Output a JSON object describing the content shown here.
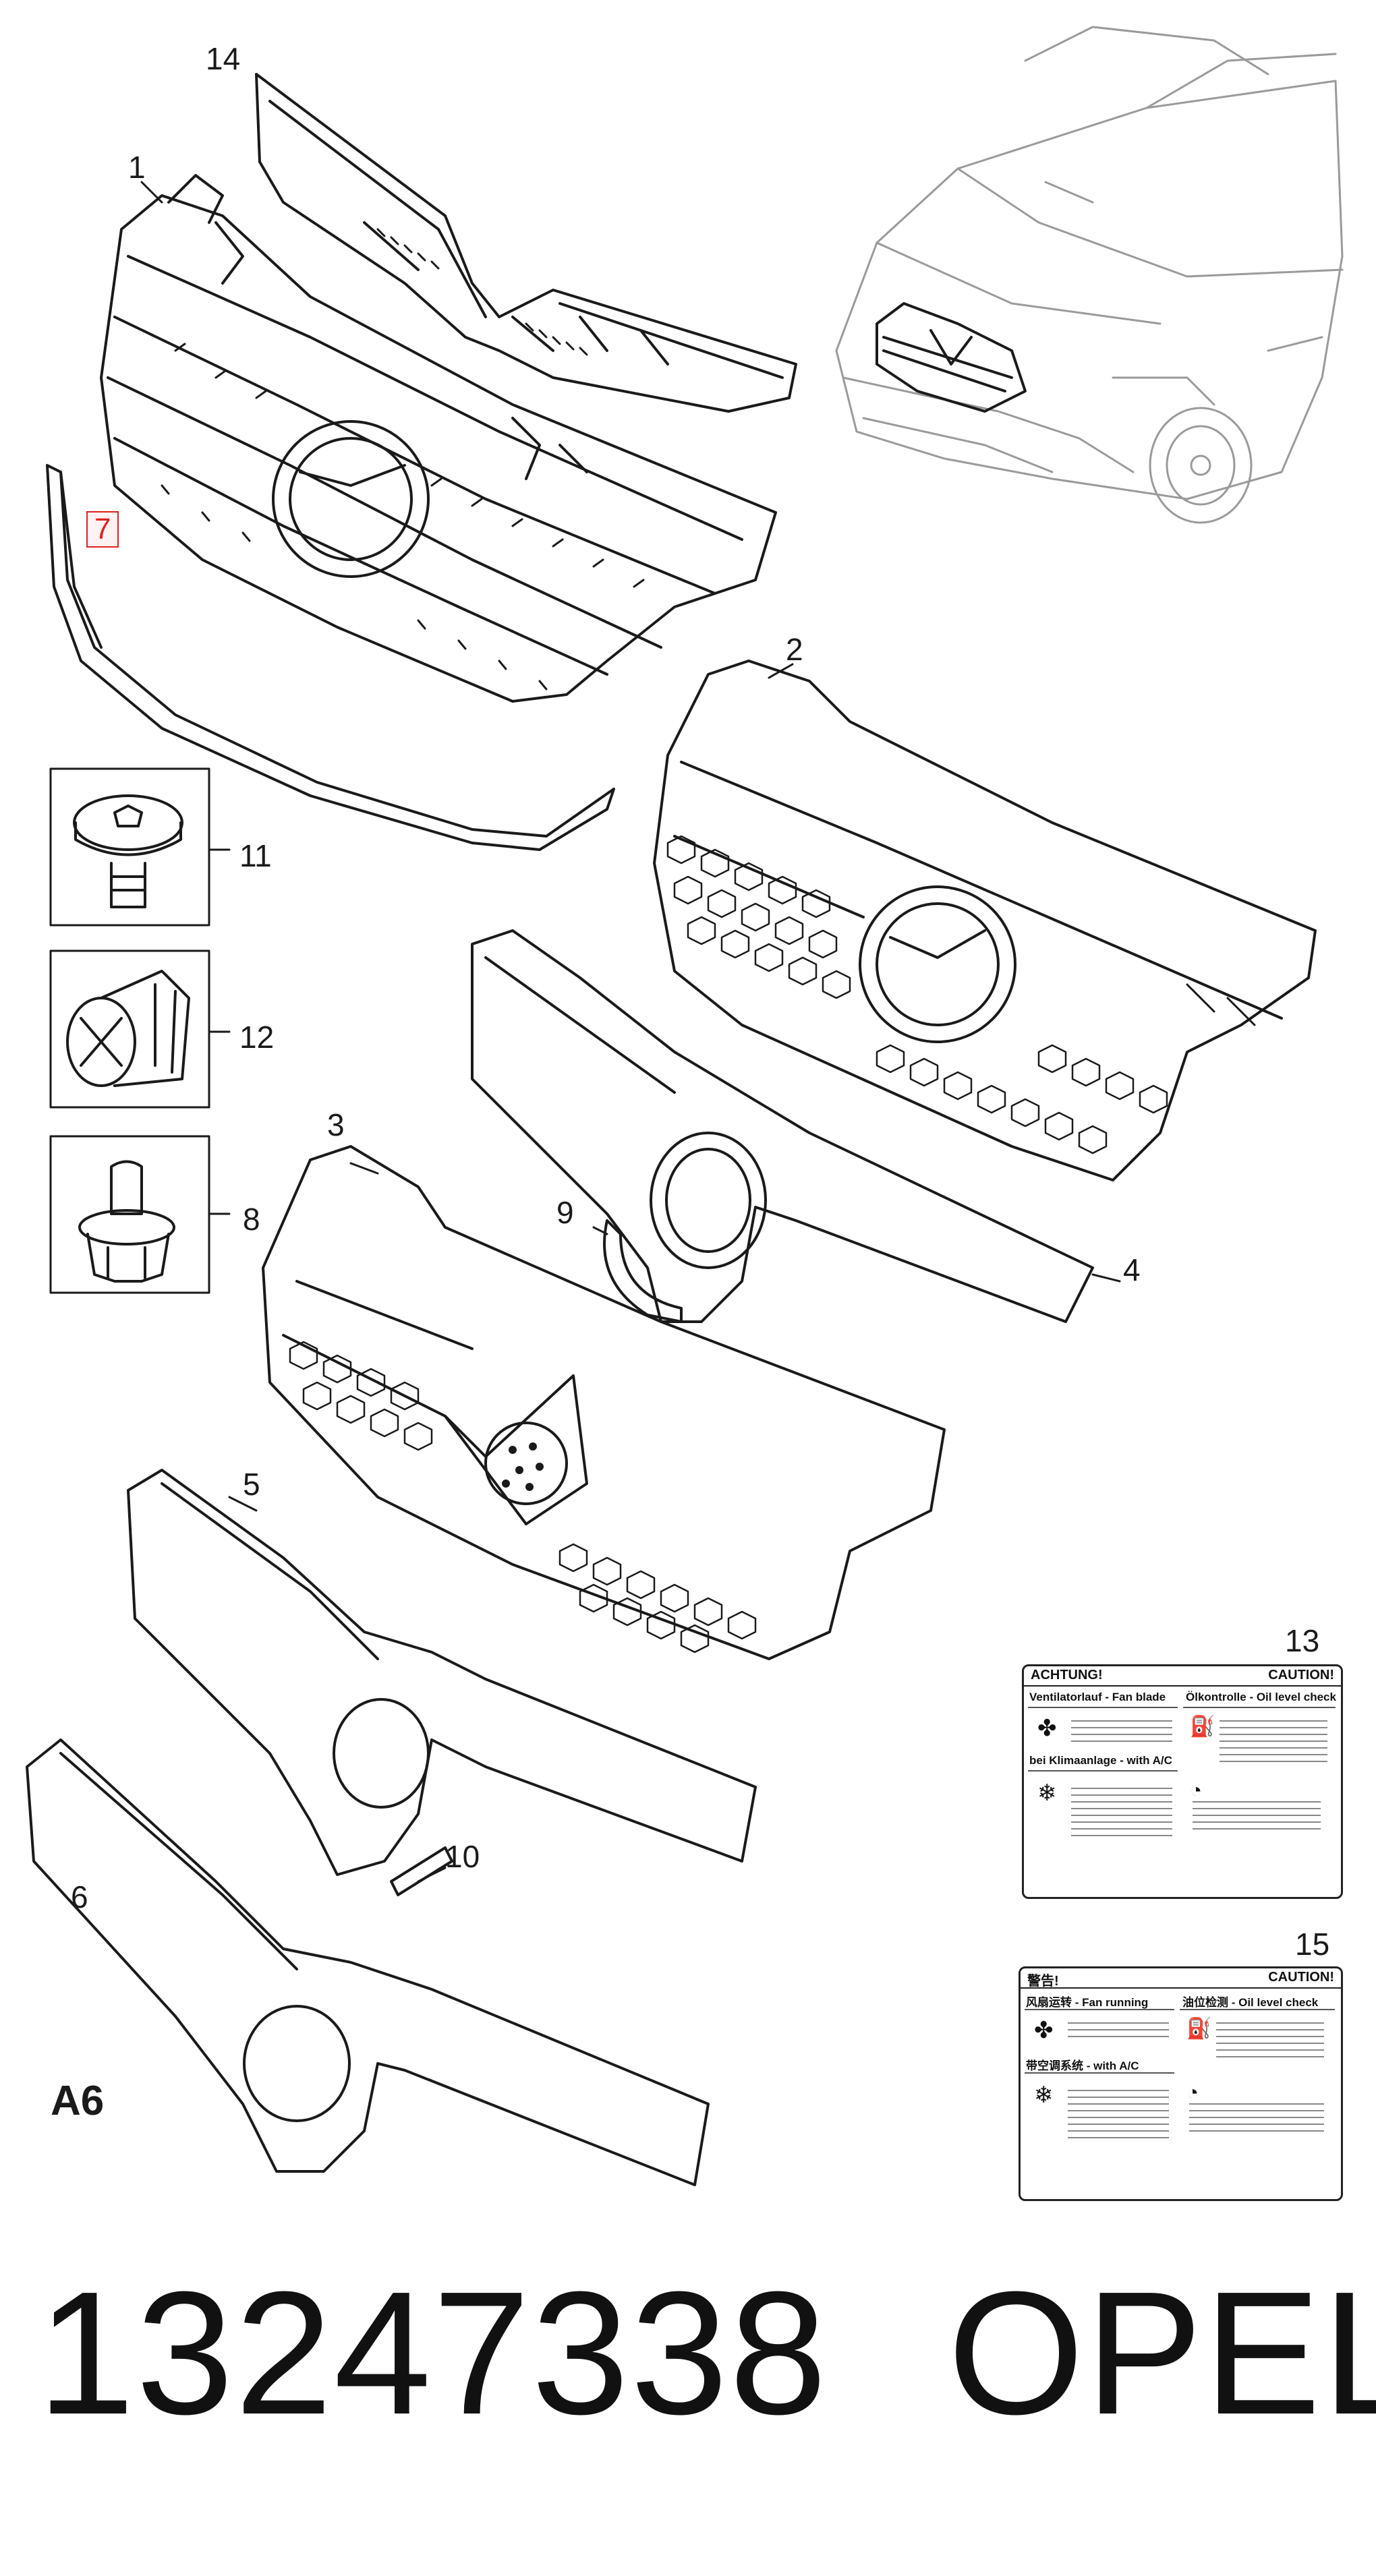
{
  "diagram": {
    "plate_id": "A6",
    "part_number": "13247338",
    "brand": "OPEL",
    "callouts": {
      "c1": "1",
      "c2": "2",
      "c3": "3",
      "c4": "4",
      "c5": "5",
      "c6": "6",
      "c7": "7",
      "c8": "8",
      "c9": "9",
      "c10": "10",
      "c11": "11",
      "c12": "12",
      "c13": "13",
      "c14": "14",
      "c15": "15"
    }
  },
  "label13": {
    "header_left": "ACHTUNG!",
    "header_right": "CAUTION!",
    "row1_left": "Ventilatorlauf - Fan blade",
    "row1_right": "Ölkontrolle - Oil level check",
    "row2_left": "bei Klimaanlage - with A/C"
  },
  "label15": {
    "header_left": "警告!",
    "header_right": "CAUTION!",
    "row1_left": "风扇运转 - Fan running",
    "row1_right": "油位检测 - Oil level check",
    "row2_left": "带空调系统 - with A/C"
  },
  "colors": {
    "line": "#1a1a1a",
    "callout_highlight": "#dd2222",
    "vehicle_line": "#9a9a9a"
  }
}
